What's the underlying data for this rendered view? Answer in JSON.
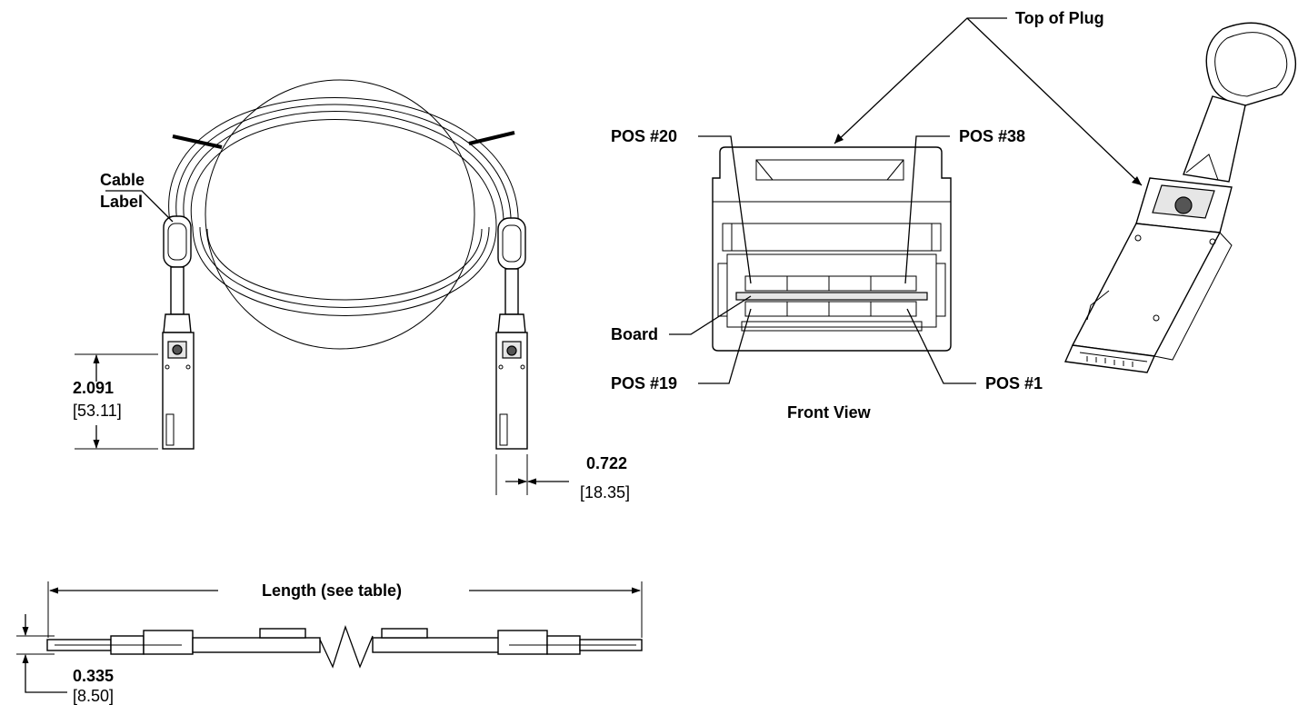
{
  "labels": {
    "top_of_plug": "Top of Plug",
    "cable_label_line1": "Cable",
    "cable_label_line2": "Label",
    "pos20": "POS #20",
    "pos38": "POS #38",
    "board": "Board",
    "pos19": "POS #19",
    "pos1": "POS #1",
    "front_view": "Front View",
    "length": "Length (see table)"
  },
  "dimensions": {
    "plug_length_in": "2.091",
    "plug_length_mm": "[53.11]",
    "plug_width_in": "0.722",
    "plug_width_mm": "[18.35]",
    "thickness_in": "0.335",
    "thickness_mm": "[8.50]"
  }
}
